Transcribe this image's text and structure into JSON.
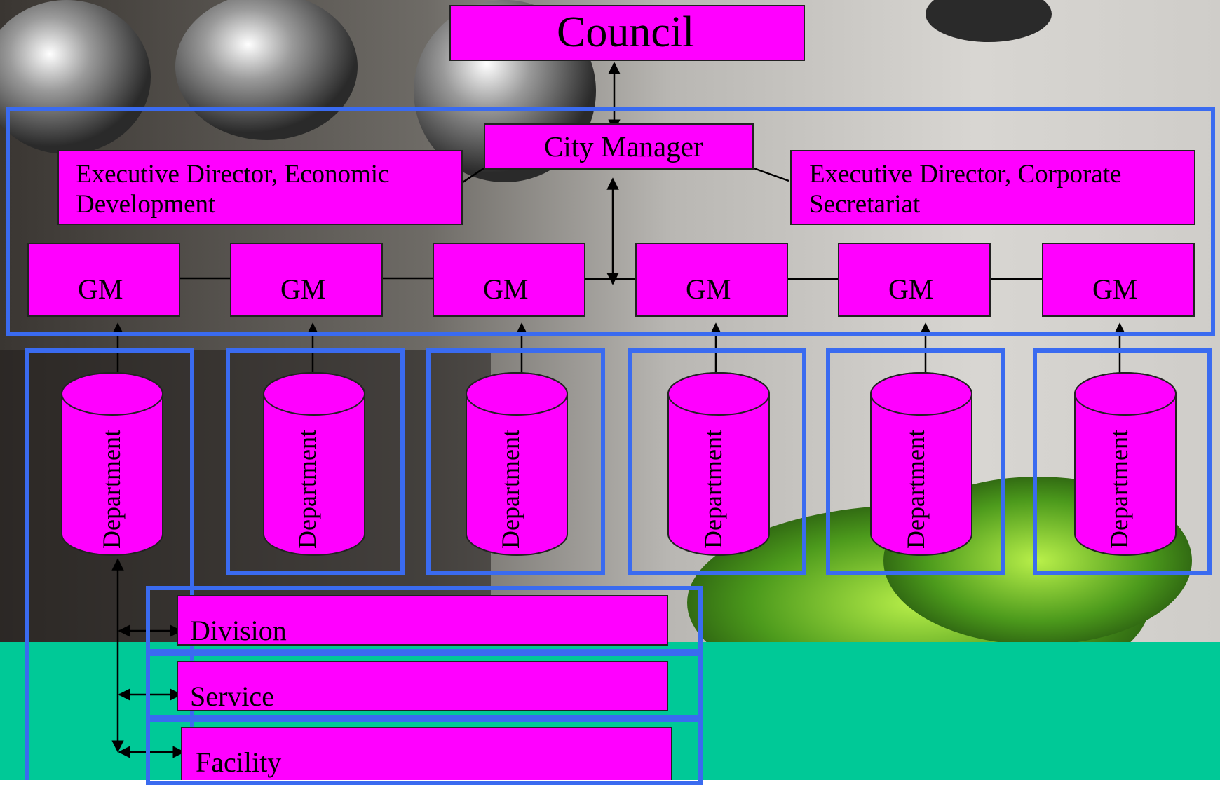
{
  "council": "Council",
  "city_manager": "City Manager",
  "exec_left": "Executive Director, Economic Development",
  "exec_right": "Executive Director, Corporate Secretariat",
  "gm_labels": [
    "GM",
    "GM",
    "GM",
    "GM",
    "GM",
    "GM"
  ],
  "department_labels": [
    "Department",
    "Department",
    "Department",
    "Department",
    "Department",
    "Department"
  ],
  "sub_units": [
    "Division",
    "Service",
    "Facility"
  ],
  "colors": {
    "box_fill": "#ff00ff",
    "frame": "#3a6bf0",
    "teal": "#00c997",
    "box_border": "#222222"
  }
}
